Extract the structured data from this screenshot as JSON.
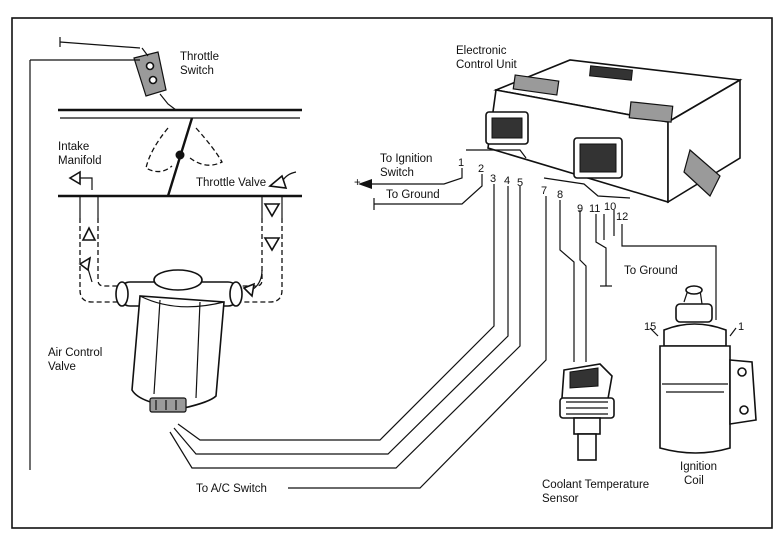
{
  "labels": {
    "throttle_switch": [
      "Throttle",
      "Switch"
    ],
    "ecu": [
      "Electronic",
      "Control Unit"
    ],
    "intake_manifold": [
      "Intake",
      "Manifold"
    ],
    "throttle_valve": "Throttle Valve",
    "to_ignition_switch": [
      "To Ignition",
      "Switch"
    ],
    "plus_sign": "+",
    "to_ground_1": "To Ground",
    "to_ground_2": "To Ground",
    "air_control_valve": [
      "Air Control",
      "Valve"
    ],
    "coolant_sensor": [
      "Coolant Temperature",
      "Sensor"
    ],
    "ignition_coil": [
      "Ignition",
      "Coil"
    ],
    "to_ac_switch": "To A/C Switch",
    "coil_terminal_15": "15",
    "coil_terminal_1": "1"
  },
  "pins": [
    "1",
    "2",
    "3",
    "4",
    "5",
    "7",
    "8",
    "9",
    "11",
    "10",
    "12"
  ]
}
